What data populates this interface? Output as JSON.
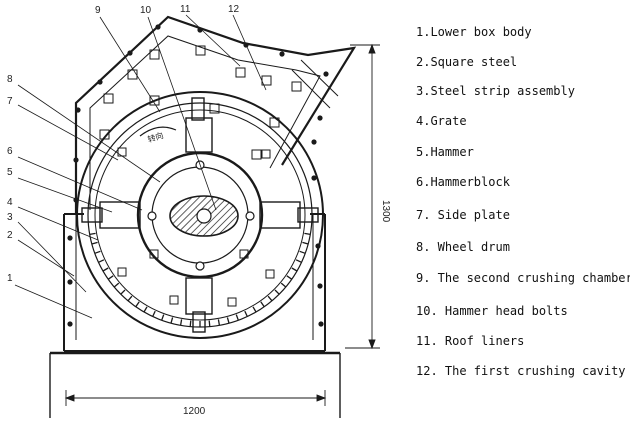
{
  "diagram": {
    "callout_numbers": [
      "1",
      "2",
      "3",
      "4",
      "5",
      "6",
      "7",
      "8",
      "9",
      "10",
      "11",
      "12"
    ],
    "dimensions": {
      "height": "1300",
      "width": "1200"
    },
    "rotation_mark": "转向"
  },
  "legend": [
    "1.Lower box body",
    "2.Square steel",
    "3.Steel strip assembly",
    "4.Grate",
    "5.Hammer",
    "6.Hammerblock",
    "7. Side plate",
    "8. Wheel drum",
    "9. The second crushing chamber",
    "10. Hammer head bolts",
    "11. Roof liners",
    "12. The first crushing cavity"
  ]
}
